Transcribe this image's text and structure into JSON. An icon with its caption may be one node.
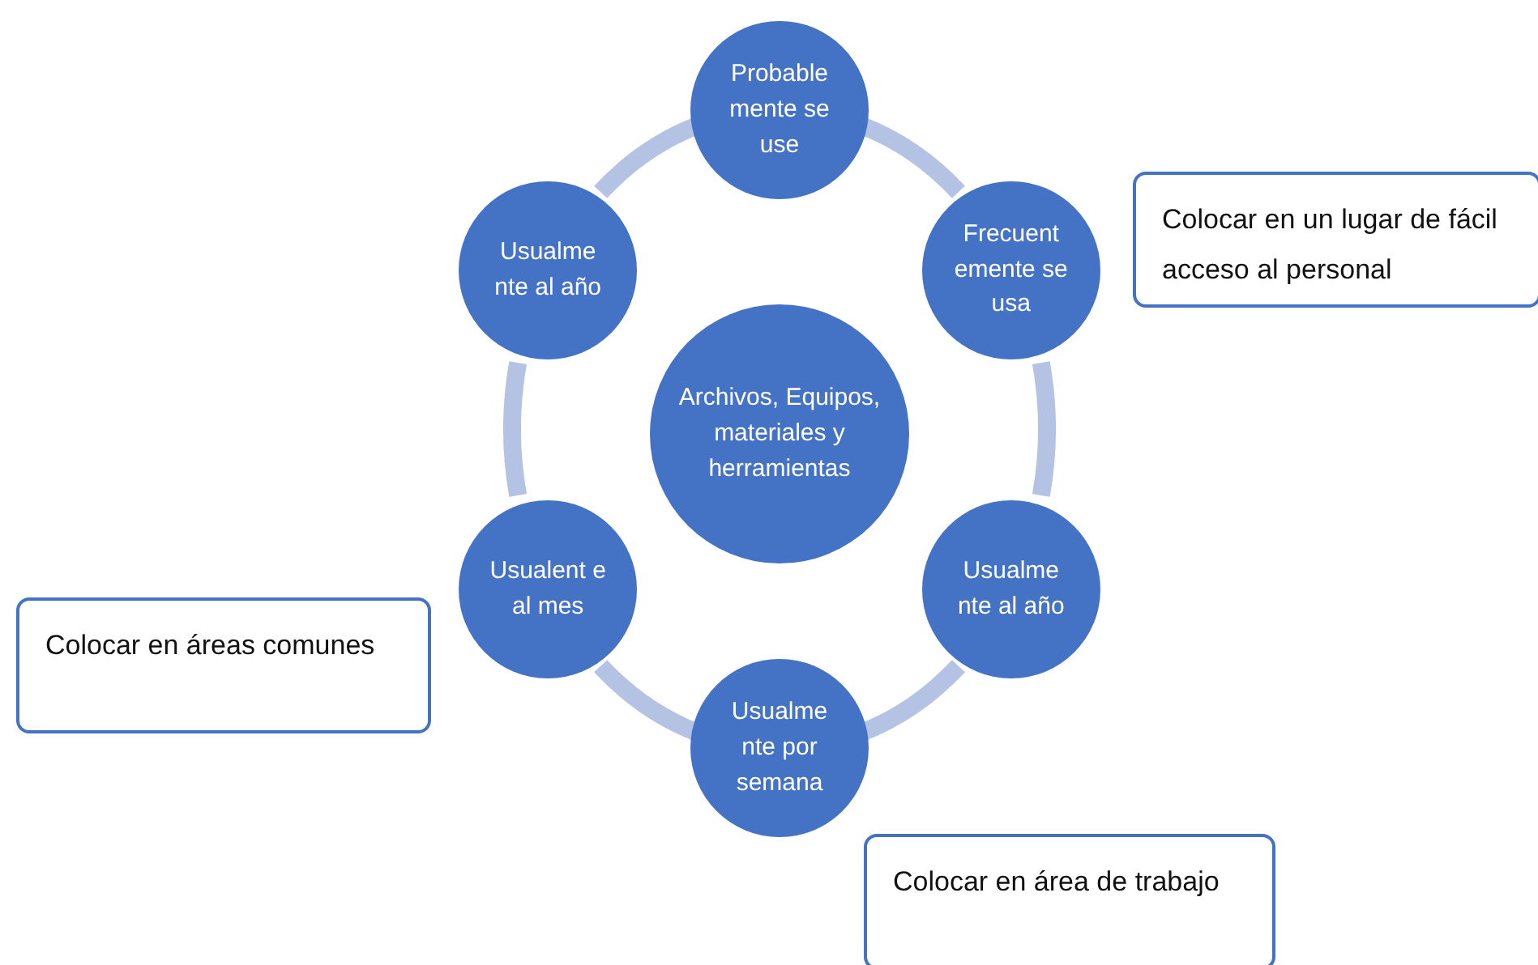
{
  "diagram": {
    "nodes": [
      {
        "text": [
          "Probable mente se use"
        ]
      },
      {
        "text": [
          "Usualme nte al año"
        ]
      },
      {
        "text": [
          "Frecuent emente se usa"
        ]
      },
      {
        "text": [
          "Colocar en un lugar de fácil acceso al personal"
        ]
      },
      {
        "text": [
          "Archivos, Equipos, materiales y herramientas"
        ]
      },
      {
        "text": [
          "Usualent e al mes"
        ]
      },
      {
        "text": [
          "Usualme nte al año"
        ]
      },
      {
        "text": [
          "Colocar en áreas comunes"
        ]
      },
      {
        "text": [
          "Usualme nte por semana"
        ]
      },
      {
        "text": [
          "Colocar en área de trabajo"
        ]
      }
    ],
    "edges": [
      {
        "from": 0,
        "to": 2,
        "arrow": "none"
      },
      {
        "from": 2,
        "to": 6,
        "arrow": "none"
      },
      {
        "from": 6,
        "to": 8,
        "arrow": "none"
      },
      {
        "from": 8,
        "to": 5,
        "arrow": "none"
      },
      {
        "from": 5,
        "to": 1,
        "arrow": "none"
      },
      {
        "from": 1,
        "to": 0,
        "arrow": "none"
      }
    ]
  }
}
